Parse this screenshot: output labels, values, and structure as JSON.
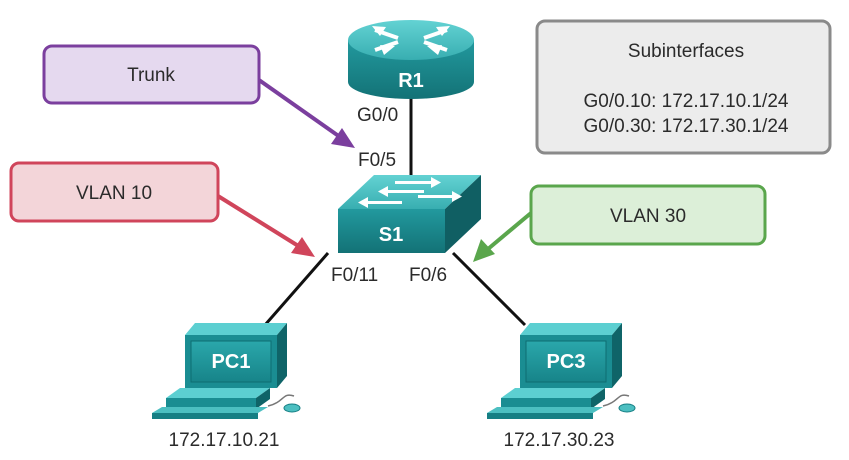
{
  "callouts": {
    "trunk": {
      "label": "Trunk",
      "fill": "#e5d9ef",
      "stroke": "#7b3f9e"
    },
    "vlan10": {
      "label": "VLAN 10",
      "fill": "#f3d5d9",
      "stroke": "#d0455b"
    },
    "vlan30": {
      "label": "VLAN 30",
      "fill": "#dcefd8",
      "stroke": "#5aa64c"
    }
  },
  "subinterfaces": {
    "title": "Subinterfaces",
    "lines": [
      "G0/0.10: 172.17.10.1/24",
      "G0/0.30: 172.17.30.1/24"
    ]
  },
  "devices": {
    "router": {
      "name": "R1",
      "icon": "router-icon",
      "port": "G0/0"
    },
    "switch": {
      "name": "S1",
      "icon": "switch-icon",
      "uplink_port": "F0/5",
      "left_port": "F0/11",
      "right_port": "F0/6"
    },
    "pc1": {
      "name": "PC1",
      "icon": "pc-icon",
      "ip": "172.17.10.21"
    },
    "pc3": {
      "name": "PC3",
      "icon": "pc-icon",
      "ip": "172.17.30.23"
    }
  },
  "colors": {
    "device_teal": "#1e8c91",
    "device_top": "#4fc3c5",
    "device_dark": "#12686c"
  }
}
